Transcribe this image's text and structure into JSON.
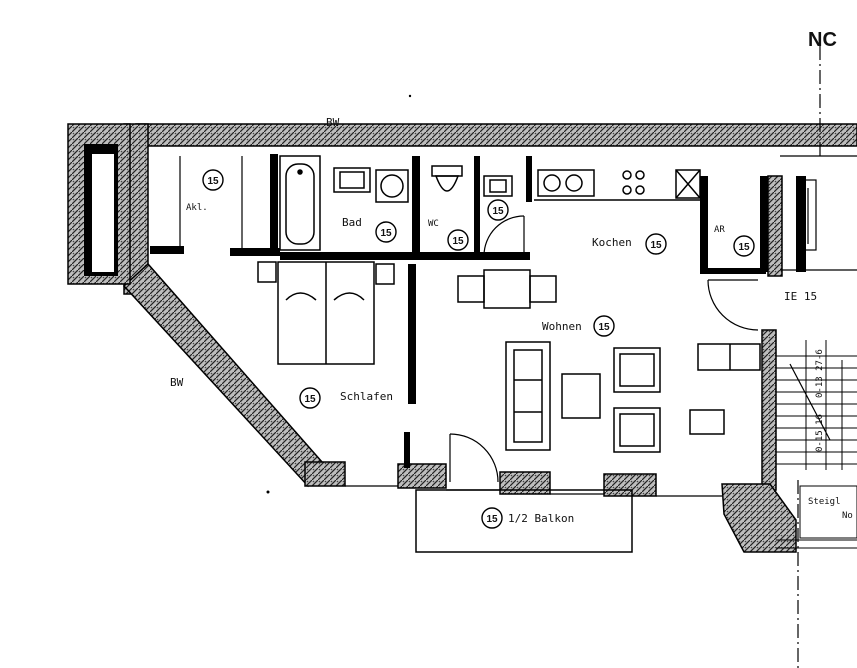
{
  "labels": {
    "corner_code": "NC",
    "wall_top": "BW",
    "wall_left": "BW",
    "akl": "Akl.",
    "bad": "Bad",
    "wc": "WC",
    "kochen": "Kochen",
    "ar": "AR",
    "wohnen": "Wohnen",
    "schlafen": "Schlafen",
    "balkon": "1/2 Balkon",
    "ie": "IE 15",
    "steig_1": "Steigl",
    "steig_2": "No",
    "stair_text": "0-13 27-6",
    "stair_text2": "0-15 16"
  },
  "room_marker": "15"
}
